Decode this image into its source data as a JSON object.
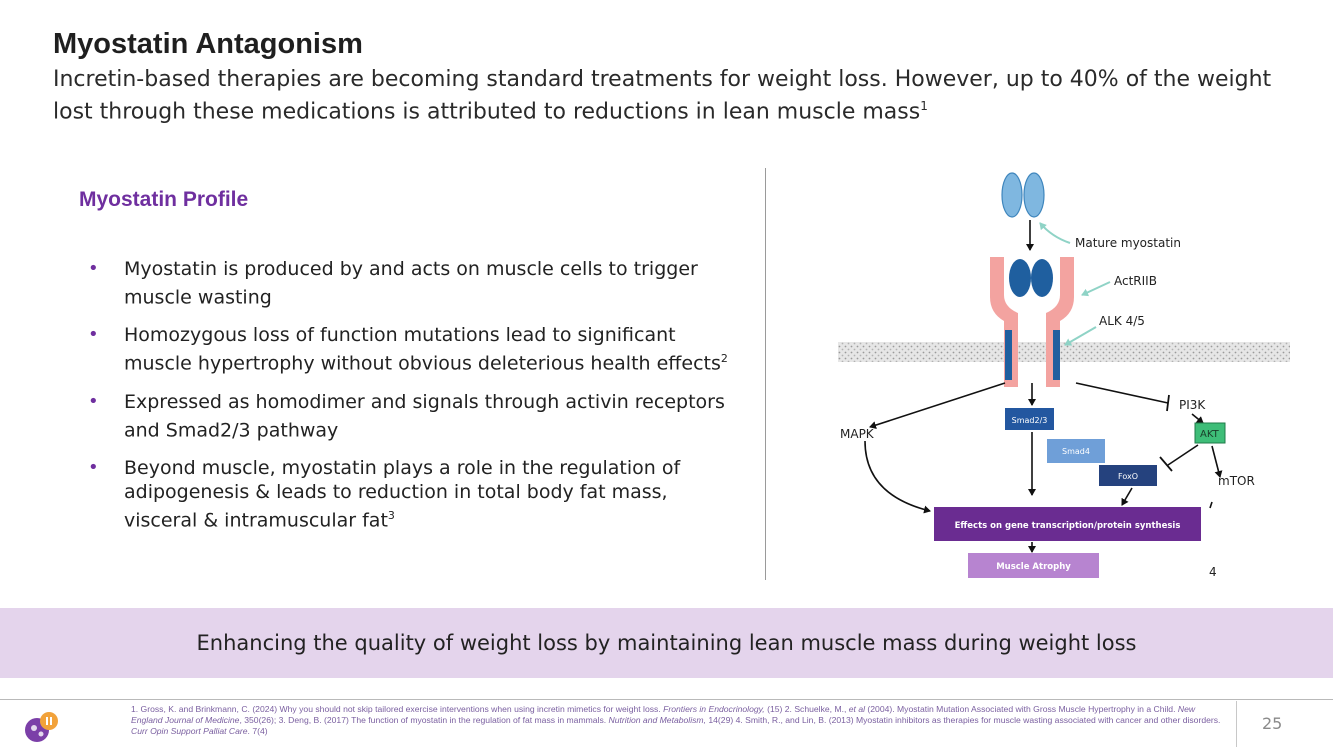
{
  "slide": {
    "title": "Myostatin Antagonism",
    "subtitle": "Incretin-based therapies are becoming standard treatments for weight loss. However, up to 40% of the weight lost through these medications is attributed to reductions in lean muscle mass",
    "subtitle_ref": "1"
  },
  "profile": {
    "heading": "Myostatin Profile",
    "bullets": [
      {
        "text": "Myostatin is produced by and acts on muscle cells to trigger muscle wasting",
        "ref": ""
      },
      {
        "text": "Homozygous loss of function mutations lead to significant muscle hypertrophy without obvious deleterious health effects",
        "ref": "2"
      },
      {
        "text": "Expressed as homodimer and signals through activin receptors and Smad2/3 pathway",
        "ref": ""
      },
      {
        "text": "Beyond muscle, myostatin plays a role in the regulation of adipogenesis & leads to reduction in total body fat mass, visceral & intramuscular fat",
        "ref": "3"
      }
    ]
  },
  "diagram": {
    "labels": {
      "mature_myostatin": "Mature myostatin",
      "actriib": "ActRIIB",
      "alk": "ALK 4/5",
      "mapk": "MAPK",
      "pi3k": "PI3K",
      "akt": "AKT",
      "mtor": "mTOR",
      "smad23": "Smad2/3",
      "smad4": "Smad4",
      "foxo": "FoxO",
      "effects": "Effects on gene transcription/protein synthesis",
      "atrophy": "Muscle Atrophy",
      "ref": "4"
    },
    "colors": {
      "ligand": "#7fb7e0",
      "receptor": "#f3a3a0",
      "receptor_core": "#1f5f9f",
      "smad23": "#2357a0",
      "smad4": "#6f9fd8",
      "foxo": "#25427e",
      "akt": "#3ebd78",
      "effects": "#6a2c91",
      "atrophy": "#b784d0"
    }
  },
  "banner": {
    "text": "Enhancing the quality of weight loss by maintaining lean muscle mass during weight loss"
  },
  "footer": {
    "ref1": "1. Gross, K. and Brinkmann, C. (2024) Why you should not skip tailored exercise interventions when using incretin mimetics for weight loss. ",
    "ref1_journal": "Frontiers in Endocrinology,",
    "ref1_tail": " (15)  2. Schuelke, M., ",
    "ref2_etal": "et al",
    "ref2_mid": " (2004). Myostatin Mutation Associated with Gross Muscle Hypertrophy in a Child. ",
    "ref2_journal": "New England Journal of Medicine",
    "ref2_tail": ", 350(26); 3. Deng, B. (2017) The function of myostatin in the regulation of fat mass in mammals. ",
    "ref3_journal": "Nutrition and Metabolism,",
    "ref3_tail": " 14(29)  4. Smith, R., and Lin, B. (2013) Myostatin inhibitors as therapies for muscle wasting associated with cancer and other disorders. ",
    "ref4_journal": "Curr Opin Support Palliat Care",
    "ref4_tail": ". 7(4)",
    "page_number": "25"
  }
}
